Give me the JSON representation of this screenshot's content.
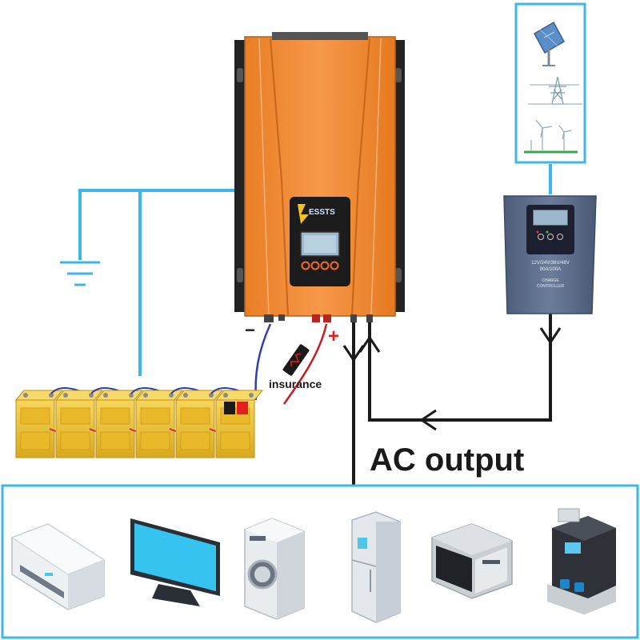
{
  "colors": {
    "wire_blue": "#3fb6ea",
    "wire_black": "#1a1a1a",
    "inverter_orange": "#f08a34",
    "inverter_dark": "#d86f1c",
    "battery_yellow": "#f2c53a",
    "controller_slate": "#5d6f8c",
    "positive_red": "#e02020"
  },
  "inverter": {
    "brand": "ESSTS",
    "neg_label": "−",
    "pos_label": "+"
  },
  "fuse": {
    "label": "insurance"
  },
  "charge_controller": {
    "spec_line_1": "12V/24V/36V/48V",
    "spec_line_2": "80A/100A",
    "name_line_1": "CHARGE",
    "name_line_2": "CONTROLLER"
  },
  "ac_output": {
    "label": "AC output"
  },
  "sources": [
    "solar-panel",
    "power-grid",
    "wind-turbine"
  ],
  "appliances": [
    "air-conditioner",
    "tv",
    "washing-machine",
    "refrigerator",
    "microwave",
    "coffee-machine"
  ],
  "battery_count": 6
}
